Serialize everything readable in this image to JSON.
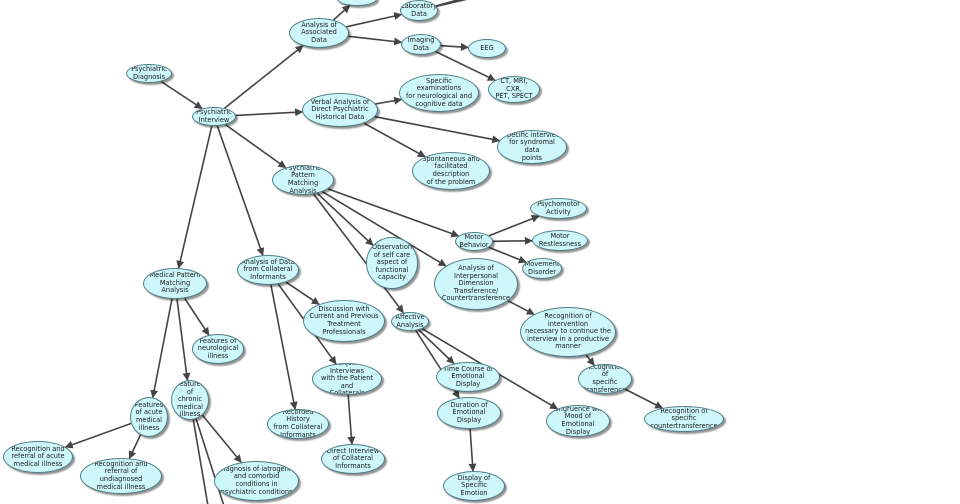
{
  "theme": {
    "node_fill": "#cdf7fb",
    "node_border": "#4f7f88",
    "edge_color": "#444444"
  },
  "nodes": {
    "n_top_cut": "",
    "laboratory_data": "Laboratory\nData",
    "imaging_data": "Imaging\nData",
    "eeg": "EEG",
    "ct_mri": "CT, MRI, CXR,\nPET, SPECT",
    "analysis_associated_data": "Analysis of\nAssociated Data",
    "psychiatric_diagnosis": "Psychiatric\nDiagnosis",
    "psychiatric_interview": "Psychiatric\nInterview",
    "verbal_analysis": "Verbal Analysis of\nDirect Psychiatric\nHistorical Data",
    "specific_examinations": "Specific examinations\nfor neurological and\ncognitive data",
    "specific_interview": "Specific interview\nfor syndromal data\npoints",
    "spontaneous_description": "Spontaneous and\nfacilitated description\nof the problem",
    "pattern_matching": "Psychiatric\nPattern Matching\nAnalysis",
    "psychomotor_activity": "Psychomotor\nActivity",
    "motor_behavior": "Motor\nBehavior",
    "motor_restlessness": "Motor\nRestlessness",
    "movement_disorder": "Movement\nDisorder",
    "observation_self_care": "Observation\nof self care\naspect of\nfunctional\ncapacity",
    "analysis_interpersonal": "Analysis of\nInterpersonal\nDimension\nTransference/\nCountertransference",
    "recognition_intervention": "Recognition of intervention\nnecessary to continue the\ninterview in a productive\nmanner",
    "recognition_transference": "Recognition of\nspecific\ntransference",
    "recognition_countertransference": "Recognition of specific\ncountertransference",
    "analysis_collateral": "Analysis of Data\nfrom Collateral\nInformants",
    "discussion_current": "Discussion with\nCurrent and Previous\nTreatment\nProfessionals",
    "conjoint_interviews": "Conjoint Interviews\nwith the Patient and\nCollaterals",
    "recorded_history": "Recorded History\nfrom Collateral\nInformants",
    "direct_interview": "Direct Interview\nof Collateral\nInformants",
    "affective_analysis": "Affective\nAnalysis",
    "time_course": "Time Course of\nEmotional\nDisplay",
    "duration_emotional": "Duration of\nEmotional\nDisplay",
    "congruence_mood": "Congruence with\nMood of\nEmotional Display",
    "display_specific": "Display of\nSpecific Emotion",
    "medical_pattern": "Medical Pattern\nMatching\nAnalysis",
    "features_neurological": "Features of\nneurological\nillness",
    "features_acute": "Features\nof acute\nmedical\nillness",
    "features_chronic": "Features\nof chronic\nmedical\nillness",
    "recognition_acute": "Recognition and\nreferral of acute\nmedical illness",
    "recognition_undiagnosed": "Recognition and\nreferral of undiagnosed\nmedical illness",
    "diagnosis_iatrogenic": "Diagnosis of iatrogenic\nand comorbid\nconditions in\npsychiatric conditions"
  }
}
